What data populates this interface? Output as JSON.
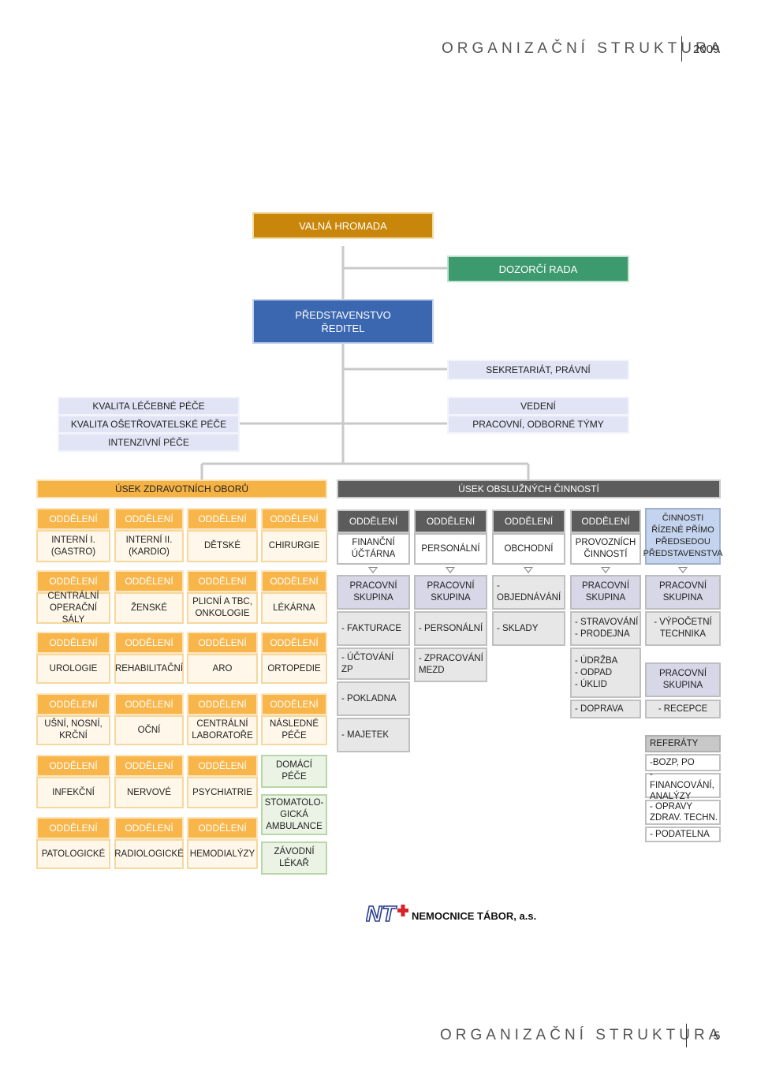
{
  "header": {
    "title": "ORGANIZAČNÍ STRUKTURA",
    "year": "2009"
  },
  "footer": {
    "title": "ORGANIZAČNÍ STRUKTURA",
    "page": "5"
  },
  "top": {
    "valna_hromada": "VALNÁ HROMADA",
    "dozorci_rada": "DOZORČÍ RADA",
    "predstavenstvo": "PŘEDSTAVENSTVO\nŘEDITEL",
    "sekretariat": "SEKRETARIÁT, PRÁVNÍ",
    "left_quality": [
      "KVALITA LÉČEBNÉ PÉČE",
      "KVALITA OŠETŘOVATELSKÉ PÉČE",
      "INTENZIVNÍ PÉČE"
    ],
    "vedeni": [
      "VEDENÍ",
      "PRACOVNÍ, ODBORNÉ TÝMY"
    ]
  },
  "sections": {
    "medical": "ÚSEK ZDRAVOTNÍCH OBORŮ",
    "services": "ÚSEK OBSLUŽNÝCH ČINNOSTÍ"
  },
  "label_oddeleni": "ODDĚLENÍ",
  "medical": {
    "row1": [
      "INTERNÍ I.\n(GASTRO)",
      "INTERNÍ II.\n(KARDIO)",
      "DĚTSKÉ",
      "CHIRURGIE"
    ],
    "row2": [
      "CENTRÁLNÍ\nOPERAČNÍ SÁLY",
      "ŽENSKÉ",
      "PLICNÍ A TBC,\nONKOLOGIE",
      "LÉKÁRNA"
    ],
    "row3": [
      "UROLOGIE",
      "REHABILITAČNÍ",
      "ARO",
      "ORTOPEDIE"
    ],
    "row4": [
      "UŠNÍ, NOSNÍ,\nKRČNÍ",
      "OČNÍ",
      "CENTRÁLNÍ\nLABORATOŘE",
      "NÁSLEDNÉ\nPÉČE"
    ],
    "row5": [
      "INFEKČNÍ",
      "NERVOVÉ",
      "PSYCHIATRIE"
    ],
    "row6": [
      "PATOLOGICKÉ",
      "RADIOLOGICKÉ",
      "HEMODIALÝZY"
    ],
    "extra": [
      "DOMÁCÍ\nPÉČE",
      "STOMATOLO-\nGICKÁ\nAMBULANCE",
      "ZÁVODNÍ\nLÉKAŘ"
    ]
  },
  "services": {
    "col1": {
      "name": "FINANČNÍ\nÚČTÁRNA",
      "group": "PRACOVNÍ\nSKUPINA",
      "items": [
        "- FAKTURACE",
        "- ÚČTOVÁNÍ\n  ZP",
        "- POKLADNA",
        "- MAJETEK"
      ]
    },
    "col2": {
      "name": "PERSONÁLNÍ",
      "group": "PRACOVNÍ\nSKUPINA",
      "items": [
        "- PERSONÁLNÍ",
        "- ZPRACOVÁNÍ\n  MEZD"
      ]
    },
    "col3": {
      "name": "OBCHODNÍ",
      "items": [
        "- OBJEDNÁVÁNÍ",
        "- SKLADY"
      ]
    },
    "col4": {
      "name": "PROVOZNÍCH\nČINNOSTÍ",
      "group": "PRACOVNÍ\nSKUPINA",
      "items": [
        "- STRAVOVÁNÍ\n- PRODEJNA",
        "- ÚDRŽBA\n- ODPAD\n- ÚKLID",
        "- DOPRAVA"
      ]
    },
    "col5": {
      "name": "ČINNOSTI\nŘÍZENÉ PŘÍMO\nPŘEDSEDOU\nPŘEDSTAVENSTVA",
      "group": "PRACOVNÍ\nSKUPINA",
      "group2": "PRACOVNÍ\nSKUPINA",
      "items": [
        "- VÝPOČETNÍ\nTECHNIKA",
        "- RECEPCE"
      ]
    },
    "referaty": {
      "title": "REFERÁTY",
      "items": [
        "-BOZP, PO",
        "- FINANCOVÁNÍ,\n  ANALÝZY",
        "- OPRAVY\n  ZDRAV. TECHN.",
        "- PODATELNA"
      ]
    }
  },
  "logo": {
    "mark": "NT+",
    "name": "NEMOCNICE TÁBOR, a.s."
  },
  "colors": {
    "orange": "#c8860a",
    "green": "#3d9a6e",
    "blue": "#3b67b1",
    "medical_head": "#f7b54a",
    "service_head": "#5c5c5c"
  }
}
